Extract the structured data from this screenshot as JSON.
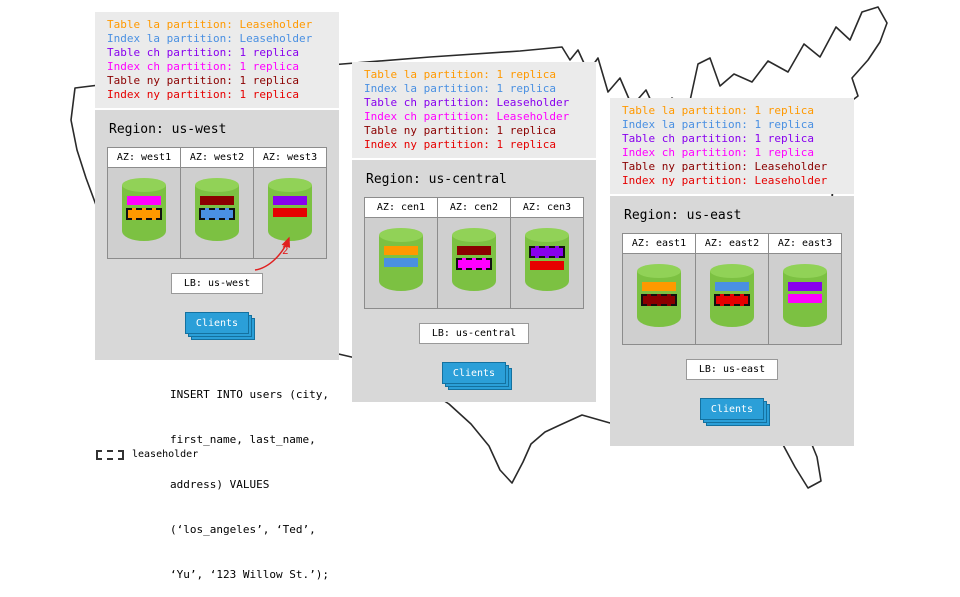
{
  "partition_colors": {
    "table_la": "#ff9900",
    "index_la": "#4a90e2",
    "table_ch": "#8800ee",
    "index_ch": "#ff00ff",
    "table_ny": "#8b0000",
    "index_ny": "#e60000"
  },
  "regions": [
    {
      "name": "us-west",
      "title": "Region: us-west",
      "legend": [
        {
          "text": "Table la partition: Leaseholder",
          "color_key": "table_la"
        },
        {
          "text": "Index la partition: Leaseholder",
          "color_key": "index_la"
        },
        {
          "text": "Table ch partition: 1 replica",
          "color_key": "table_ch"
        },
        {
          "text": "Index ch partition: 1 replica",
          "color_key": "index_ch"
        },
        {
          "text": "Table ny partition: 1 replica",
          "color_key": "table_ny"
        },
        {
          "text": "Index ny partition: 1 replica",
          "color_key": "index_ny"
        }
      ],
      "azs": [
        {
          "label": "AZ: west1",
          "bars": [
            {
              "color_key": "index_ch",
              "leaseholder": false
            },
            {
              "color_key": "table_la",
              "leaseholder": true
            }
          ]
        },
        {
          "label": "AZ: west2",
          "bars": [
            {
              "color_key": "table_ny",
              "leaseholder": false
            },
            {
              "color_key": "index_la",
              "leaseholder": true
            }
          ]
        },
        {
          "label": "AZ: west3",
          "bars": [
            {
              "color_key": "table_ch",
              "leaseholder": false
            },
            {
              "color_key": "index_ny",
              "leaseholder": false
            }
          ]
        }
      ],
      "lb_label": "LB: us-west",
      "clients_label": "Clients"
    },
    {
      "name": "us-central",
      "title": "Region: us-central",
      "legend": [
        {
          "text": "Table la partition: 1 replica",
          "color_key": "table_la"
        },
        {
          "text": "Index la partition: 1 replica",
          "color_key": "index_la"
        },
        {
          "text": "Table ch partition: Leaseholder",
          "color_key": "table_ch"
        },
        {
          "text": "Index ch partition: Leaseholder",
          "color_key": "index_ch"
        },
        {
          "text": "Table ny partition: 1 replica",
          "color_key": "table_ny"
        },
        {
          "text": "Index ny partition: 1 replica",
          "color_key": "index_ny"
        }
      ],
      "azs": [
        {
          "label": "AZ: cen1",
          "bars": [
            {
              "color_key": "table_la",
              "leaseholder": false
            },
            {
              "color_key": "index_la",
              "leaseholder": false
            }
          ]
        },
        {
          "label": "AZ: cen2",
          "bars": [
            {
              "color_key": "table_ny",
              "leaseholder": false
            },
            {
              "color_key": "index_ch",
              "leaseholder": true
            }
          ]
        },
        {
          "label": "AZ: cen3",
          "bars": [
            {
              "color_key": "table_ch",
              "leaseholder": true
            },
            {
              "color_key": "index_ny",
              "leaseholder": false
            }
          ]
        }
      ],
      "lb_label": "LB: us-central",
      "clients_label": "Clients"
    },
    {
      "name": "us-east",
      "title": "Region: us-east",
      "legend": [
        {
          "text": "Table la partition: 1 replica",
          "color_key": "table_la"
        },
        {
          "text": "Index la partition: 1 replica",
          "color_key": "index_la"
        },
        {
          "text": "Table ch partition: 1 replica",
          "color_key": "table_ch"
        },
        {
          "text": "Index ch partition: 1 replica",
          "color_key": "index_ch"
        },
        {
          "text": "Table ny partition: Leaseholder",
          "color_key": "table_ny"
        },
        {
          "text": "Index ny partition: Leaseholder",
          "color_key": "index_ny"
        }
      ],
      "azs": [
        {
          "label": "AZ: east1",
          "bars": [
            {
              "color_key": "table_la",
              "leaseholder": false
            },
            {
              "color_key": "table_ny",
              "leaseholder": true
            }
          ]
        },
        {
          "label": "AZ: east2",
          "bars": [
            {
              "color_key": "index_la",
              "leaseholder": false
            },
            {
              "color_key": "index_ny",
              "leaseholder": true
            }
          ]
        },
        {
          "label": "AZ: east3",
          "bars": [
            {
              "color_key": "table_ch",
              "leaseholder": false
            },
            {
              "color_key": "index_ch",
              "leaseholder": false
            }
          ]
        }
      ],
      "lb_label": "LB: us-east",
      "clients_label": "Clients"
    }
  ],
  "sql_lines": [
    "INSERT INTO users (city,",
    "first_name, last_name,",
    "address) VALUES",
    "(‘los_angeles’, ‘Ted’,",
    "‘Yu’, ‘123 Willow St.’);"
  ],
  "leaseholder_key_label": "leaseholder",
  "arrow_label": "2"
}
